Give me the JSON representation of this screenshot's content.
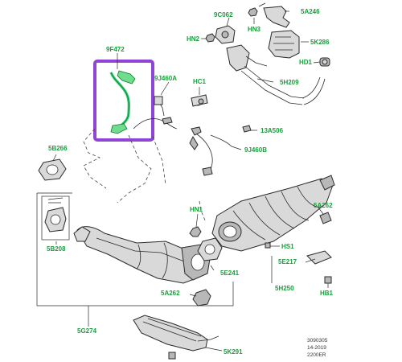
{
  "colors": {
    "label": "#17a03a",
    "highlight_box": "#8e44d4",
    "highlight_part": "#2ecc71",
    "linework": "#2a2a2a"
  },
  "labels": {
    "p9F472": "9F472",
    "p9C062": "9C062",
    "p5A246": "5A246",
    "pHN2": "HN2",
    "pHN3": "HN3",
    "p5K286": "5K286",
    "pHD1": "HD1",
    "p9J460A": "9J460A",
    "pHC1": "HC1",
    "p5H209": "5H209",
    "p13A506": "13A506",
    "p9J460B": "9J460B",
    "p5B266": "5B266",
    "p5B208": "5B208",
    "pHN1": "HN1",
    "p5A262a": "5A262",
    "p5A262b": "5A262",
    "pHS1": "HS1",
    "p5E217": "5E217",
    "p5E241": "5E241",
    "p5H250": "5H250",
    "pHB1": "HB1",
    "p5G274": "5G274",
    "p5K291": "5K291"
  },
  "footer": {
    "line1": "3090305",
    "line2": "14-2019",
    "line3": "2200ER"
  }
}
